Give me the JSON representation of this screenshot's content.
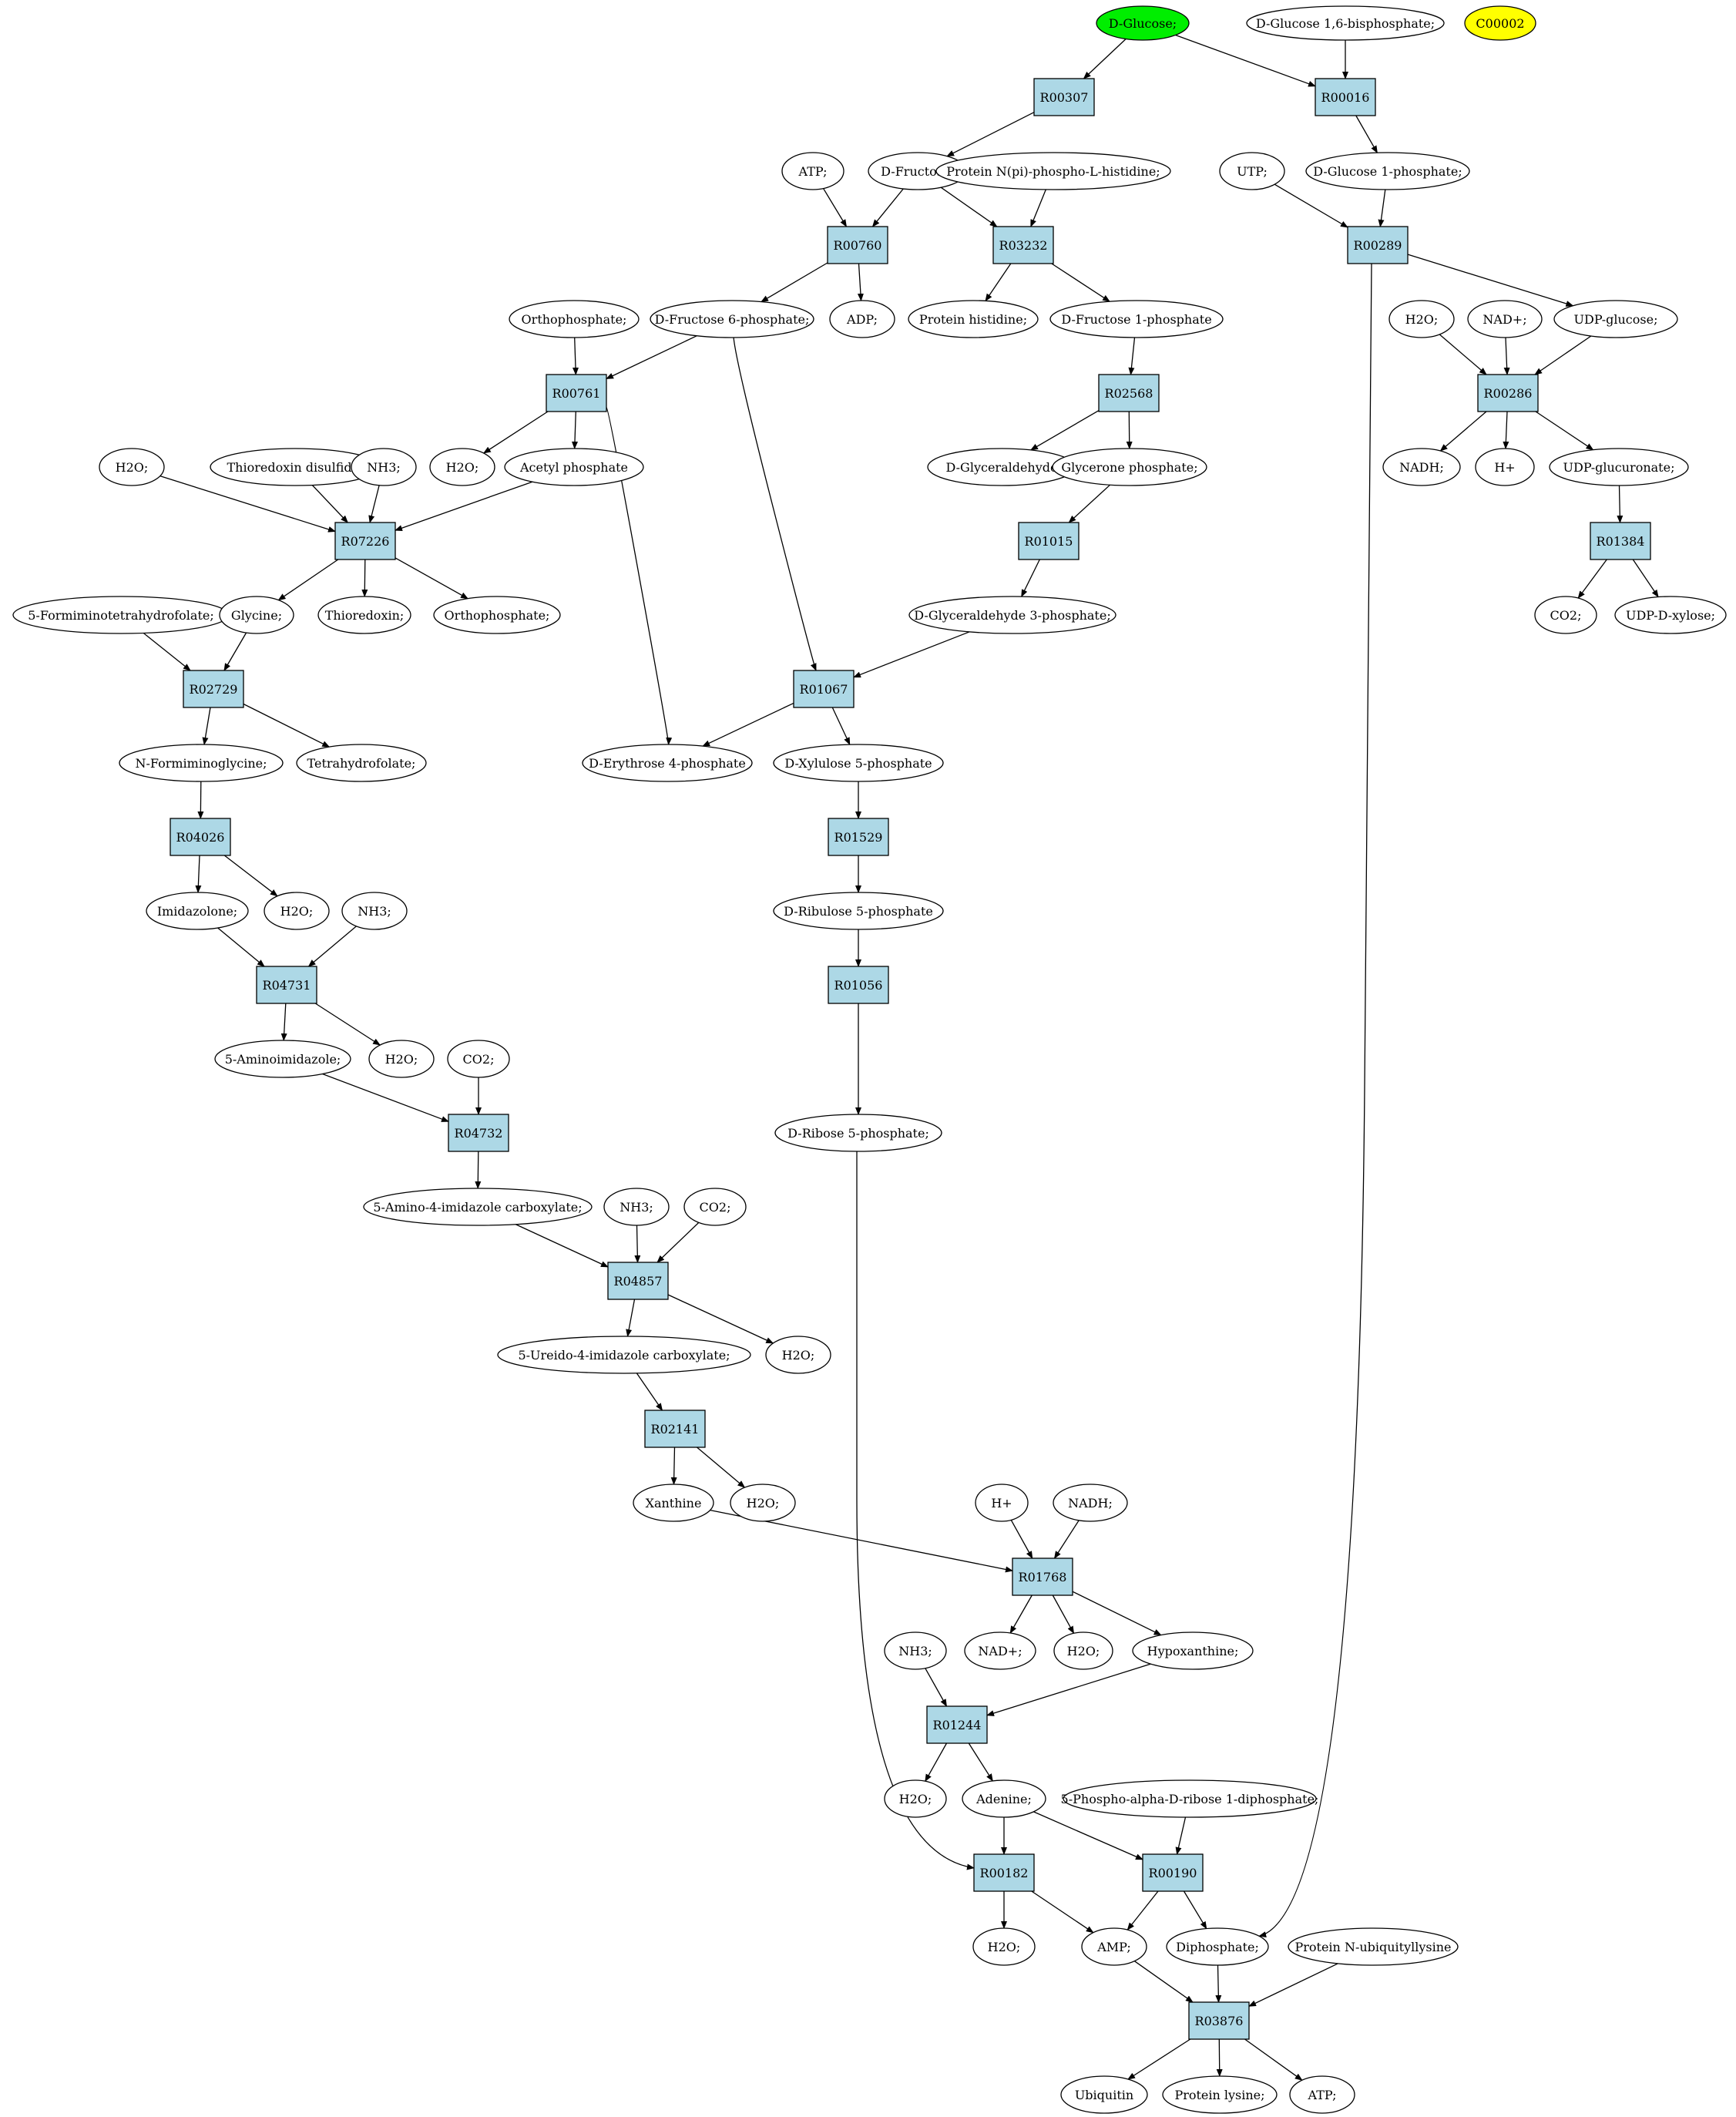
{
  "title": "",
  "colors": {
    "reaction_fill": "#add8e6",
    "compound_fill": "#ffffff",
    "start_compound_fill": "#00ee00",
    "highlight_compound_fill": "#ffff00",
    "edge_color": "#000000"
  },
  "compounds": [
    {
      "id": "C1",
      "label": "D-Glucose;",
      "style": "start"
    },
    {
      "id": "C2",
      "label": "D-Glucose 1,6-bisphosphate;"
    },
    {
      "id": "C3",
      "label": "C00002",
      "style": "highlight"
    },
    {
      "id": "C4",
      "label": "ATP;"
    },
    {
      "id": "C5",
      "label": "D-Fructose;"
    },
    {
      "id": "C6",
      "label": "Protein N(pi)-phospho-L-histidine;"
    },
    {
      "id": "C7",
      "label": "UTP;"
    },
    {
      "id": "C8",
      "label": "D-Glucose 1-phosphate;"
    },
    {
      "id": "C9",
      "label": "Orthophosphate;"
    },
    {
      "id": "C10",
      "label": "D-Fructose 6-phosphate;"
    },
    {
      "id": "C11",
      "label": "ADP;"
    },
    {
      "id": "C12",
      "label": "Protein histidine;"
    },
    {
      "id": "C13",
      "label": "D-Fructose 1-phosphate"
    },
    {
      "id": "C14",
      "label": "H2O;"
    },
    {
      "id": "C15",
      "label": "NAD+;"
    },
    {
      "id": "C16",
      "label": "UDP-glucose;"
    },
    {
      "id": "C17",
      "label": "H2O;"
    },
    {
      "id": "C18",
      "label": "Thioredoxin disulfide;"
    },
    {
      "id": "C19",
      "label": "NH3;"
    },
    {
      "id": "C20",
      "label": "H2O;"
    },
    {
      "id": "C21",
      "label": "Acetyl phosphate"
    },
    {
      "id": "C22",
      "label": "D-Glyceraldehyde"
    },
    {
      "id": "C23",
      "label": "Glycerone phosphate;"
    },
    {
      "id": "C24",
      "label": "NADH;"
    },
    {
      "id": "C25",
      "label": "H+"
    },
    {
      "id": "C26",
      "label": "UDP-glucuronate;"
    },
    {
      "id": "C27",
      "label": "5-Formiminotetrahydrofolate;"
    },
    {
      "id": "C28",
      "label": "Glycine;"
    },
    {
      "id": "C29",
      "label": "Thioredoxin;"
    },
    {
      "id": "C30",
      "label": "Orthophosphate;"
    },
    {
      "id": "C31",
      "label": "D-Glyceraldehyde 3-phosphate;"
    },
    {
      "id": "C32",
      "label": "CO2;"
    },
    {
      "id": "C33",
      "label": "UDP-D-xylose;"
    },
    {
      "id": "C34",
      "label": "N-Formiminoglycine;"
    },
    {
      "id": "C35",
      "label": "Tetrahydrofolate;"
    },
    {
      "id": "C36",
      "label": "D-Erythrose 4-phosphate"
    },
    {
      "id": "C37",
      "label": "D-Xylulose 5-phosphate"
    },
    {
      "id": "C38",
      "label": "Imidazolone;"
    },
    {
      "id": "C39",
      "label": "H2O;"
    },
    {
      "id": "C40",
      "label": "NH3;"
    },
    {
      "id": "C41",
      "label": "D-Ribulose 5-phosphate"
    },
    {
      "id": "C42",
      "label": "5-Aminoimidazole;"
    },
    {
      "id": "C43",
      "label": "H2O;"
    },
    {
      "id": "C44",
      "label": "CO2;"
    },
    {
      "id": "C45",
      "label": "D-Ribose 5-phosphate;"
    },
    {
      "id": "C46",
      "label": "5-Amino-4-imidazole carboxylate;"
    },
    {
      "id": "C47",
      "label": "NH3;"
    },
    {
      "id": "C48",
      "label": "CO2;"
    },
    {
      "id": "C49",
      "label": "5-Ureido-4-imidazole carboxylate;"
    },
    {
      "id": "C50",
      "label": "H2O;"
    },
    {
      "id": "C51",
      "label": "Xanthine"
    },
    {
      "id": "C52",
      "label": "H2O;"
    },
    {
      "id": "C53",
      "label": "H+"
    },
    {
      "id": "C54",
      "label": "NADH;"
    },
    {
      "id": "C55",
      "label": "NH3;"
    },
    {
      "id": "C56",
      "label": "NAD+;"
    },
    {
      "id": "C57",
      "label": "H2O;"
    },
    {
      "id": "C58",
      "label": "Hypoxanthine;"
    },
    {
      "id": "C59",
      "label": "H2O;"
    },
    {
      "id": "C60",
      "label": "Adenine;"
    },
    {
      "id": "C61",
      "label": "5-Phospho-alpha-D-ribose 1-diphosphate;"
    },
    {
      "id": "C62",
      "label": "H2O;"
    },
    {
      "id": "C63",
      "label": "AMP;"
    },
    {
      "id": "C64",
      "label": "Diphosphate;"
    },
    {
      "id": "C65",
      "label": "Protein N-ubiquityllysine"
    },
    {
      "id": "C66",
      "label": "Ubiquitin"
    },
    {
      "id": "C67",
      "label": "Protein lysine;"
    },
    {
      "id": "C68",
      "label": "ATP;"
    }
  ],
  "reactions": [
    {
      "id": "R1",
      "label": "R00307"
    },
    {
      "id": "R2",
      "label": "R00016"
    },
    {
      "id": "R3",
      "label": "R00760"
    },
    {
      "id": "R4",
      "label": "R03232"
    },
    {
      "id": "R5",
      "label": "R00289"
    },
    {
      "id": "R6",
      "label": "R00761"
    },
    {
      "id": "R7",
      "label": "R02568"
    },
    {
      "id": "R8",
      "label": "R00286"
    },
    {
      "id": "R9",
      "label": "R07226"
    },
    {
      "id": "R10",
      "label": "R01015"
    },
    {
      "id": "R11",
      "label": "R01384"
    },
    {
      "id": "R12",
      "label": "R02729"
    },
    {
      "id": "R13",
      "label": "R01067"
    },
    {
      "id": "R14",
      "label": "R04026"
    },
    {
      "id": "R15",
      "label": "R01529"
    },
    {
      "id": "R16",
      "label": "R04731"
    },
    {
      "id": "R17",
      "label": "R01056"
    },
    {
      "id": "R18",
      "label": "R04732"
    },
    {
      "id": "R19",
      "label": "R04857"
    },
    {
      "id": "R20",
      "label": "R02141"
    },
    {
      "id": "R21",
      "label": "R01768"
    },
    {
      "id": "R22",
      "label": "R01244"
    },
    {
      "id": "R23",
      "label": "R00182"
    },
    {
      "id": "R24",
      "label": "R00190"
    },
    {
      "id": "R25",
      "label": "R03876"
    }
  ],
  "edges": [
    [
      "C1",
      "R1"
    ],
    [
      "C1",
      "R2"
    ],
    [
      "C2",
      "R2"
    ],
    [
      "R1",
      "C5"
    ],
    [
      "R2",
      "C8"
    ],
    [
      "C4",
      "R3"
    ],
    [
      "C5",
      "R3"
    ],
    [
      "C5",
      "R4"
    ],
    [
      "C6",
      "R4"
    ],
    [
      "C7",
      "R5"
    ],
    [
      "C8",
      "R5"
    ],
    [
      "R3",
      "C10"
    ],
    [
      "R3",
      "C11"
    ],
    [
      "R4",
      "C12"
    ],
    [
      "R4",
      "C13"
    ],
    [
      "R5",
      "C16"
    ],
    [
      "R5",
      "C64"
    ],
    [
      "C9",
      "R6"
    ],
    [
      "C10",
      "R6"
    ],
    [
      "C10",
      "R13"
    ],
    [
      "C13",
      "R7"
    ],
    [
      "C14",
      "R8"
    ],
    [
      "C15",
      "R8"
    ],
    [
      "C16",
      "R8"
    ],
    [
      "R6",
      "C20"
    ],
    [
      "R6",
      "C21"
    ],
    [
      "R6",
      "C36"
    ],
    [
      "R7",
      "C22"
    ],
    [
      "R7",
      "C23"
    ],
    [
      "R8",
      "C24"
    ],
    [
      "R8",
      "C25"
    ],
    [
      "R8",
      "C26"
    ],
    [
      "C17",
      "R9"
    ],
    [
      "C18",
      "R9"
    ],
    [
      "C19",
      "R9"
    ],
    [
      "C21",
      "R9"
    ],
    [
      "C23",
      "R10"
    ],
    [
      "C26",
      "R11"
    ],
    [
      "R9",
      "C28"
    ],
    [
      "R9",
      "C29"
    ],
    [
      "R9",
      "C30"
    ],
    [
      "R10",
      "C31"
    ],
    [
      "R11",
      "C32"
    ],
    [
      "R11",
      "C33"
    ],
    [
      "C27",
      "R12"
    ],
    [
      "C28",
      "R12"
    ],
    [
      "C31",
      "R13"
    ],
    [
      "R12",
      "C34"
    ],
    [
      "R12",
      "C35"
    ],
    [
      "R13",
      "C36"
    ],
    [
      "R13",
      "C37"
    ],
    [
      "C34",
      "R14"
    ],
    [
      "C37",
      "R15"
    ],
    [
      "R14",
      "C38"
    ],
    [
      "R14",
      "C39"
    ],
    [
      "R15",
      "C41"
    ],
    [
      "C38",
      "R16"
    ],
    [
      "C40",
      "R16"
    ],
    [
      "C41",
      "R17"
    ],
    [
      "R16",
      "C42"
    ],
    [
      "R16",
      "C43"
    ],
    [
      "R17",
      "C45"
    ],
    [
      "C42",
      "R18"
    ],
    [
      "C44",
      "R18"
    ],
    [
      "R18",
      "C46"
    ],
    [
      "C46",
      "R19"
    ],
    [
      "C47",
      "R19"
    ],
    [
      "C48",
      "R19"
    ],
    [
      "R19",
      "C49"
    ],
    [
      "R19",
      "C50"
    ],
    [
      "C49",
      "R20"
    ],
    [
      "R20",
      "C51"
    ],
    [
      "R20",
      "C52"
    ],
    [
      "C51",
      "R21"
    ],
    [
      "C53",
      "R21"
    ],
    [
      "C54",
      "R21"
    ],
    [
      "R21",
      "C56"
    ],
    [
      "R21",
      "C57"
    ],
    [
      "R21",
      "C58"
    ],
    [
      "C55",
      "R22"
    ],
    [
      "C58",
      "R22"
    ],
    [
      "R22",
      "C59"
    ],
    [
      "R22",
      "C60"
    ],
    [
      "C60",
      "R23"
    ],
    [
      "C45",
      "R23"
    ],
    [
      "C60",
      "R24"
    ],
    [
      "C61",
      "R24"
    ],
    [
      "R23",
      "C62"
    ],
    [
      "R23",
      "C63"
    ],
    [
      "R24",
      "C63"
    ],
    [
      "R24",
      "C64"
    ],
    [
      "C63",
      "R25"
    ],
    [
      "C64",
      "R25"
    ],
    [
      "C65",
      "R25"
    ],
    [
      "R25",
      "C66"
    ],
    [
      "R25",
      "C67"
    ],
    [
      "R25",
      "C68"
    ]
  ]
}
